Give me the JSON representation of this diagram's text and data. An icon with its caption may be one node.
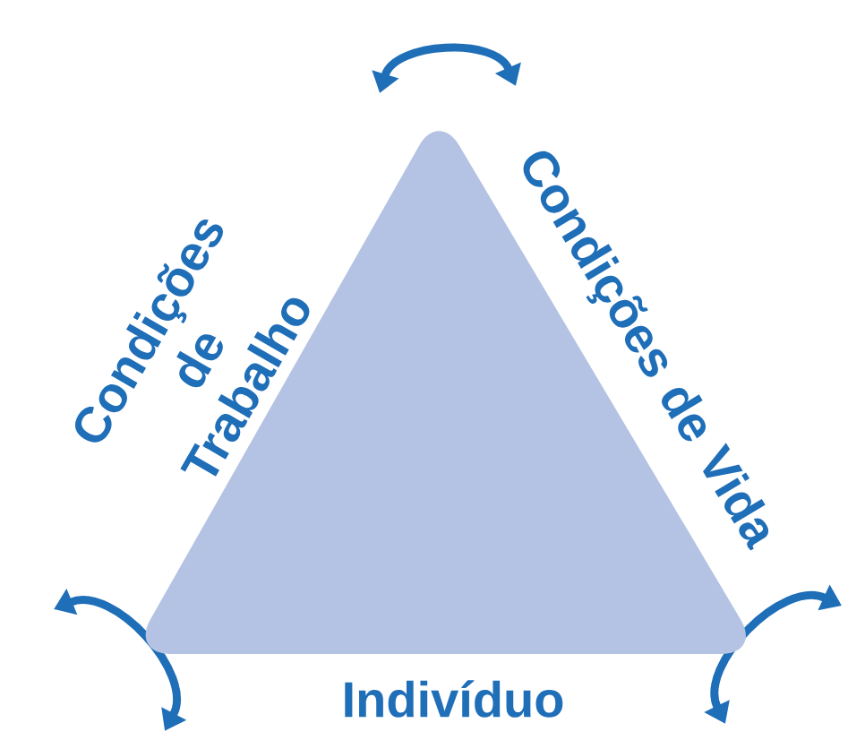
{
  "diagram": {
    "nodes": [
      {
        "text": [],
        "shape": "triangle"
      }
    ],
    "labels": [
      "Condições de Trabalho",
      "Condições de Vida",
      "Indivíduo"
    ]
  }
}
